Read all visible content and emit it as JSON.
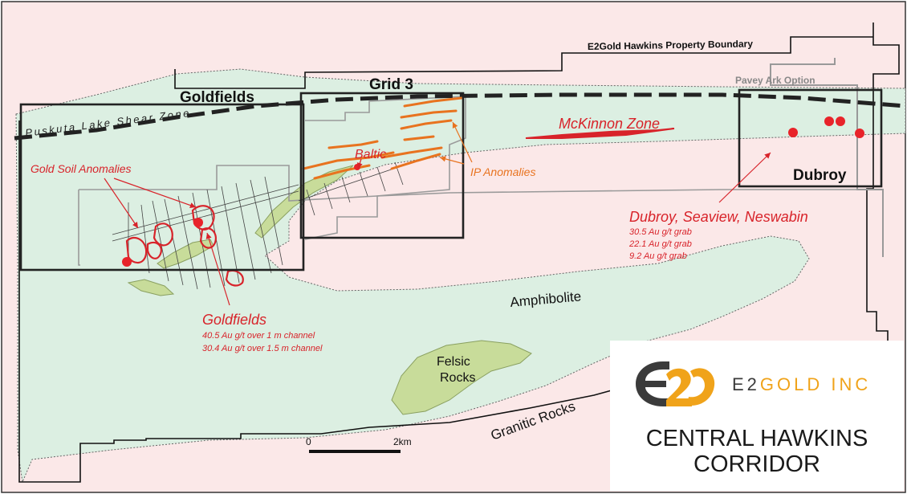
{
  "map": {
    "boundary_label": "E2Gold Hawkins Property Boundary",
    "option_label": "Pavey Ark Option",
    "shear_zone_label": "Puskuta Lake Shear Zone",
    "grids": {
      "goldfields": "Goldfields",
      "grid3": "Grid 3",
      "dubroy": "Dubroy"
    },
    "zones": {
      "mckinnon": "McKinnon Zone",
      "baltic": "Baltic",
      "ip_anomalies": "IP Anomalies",
      "gold_soil": "Gold Soil Anomalies"
    },
    "showings": {
      "goldfields": {
        "title": "Goldfields",
        "lines": [
          "40.5 Au g/t over 1 m channel",
          "30.4 Au g/t over 1.5 m channel"
        ]
      },
      "dubroy": {
        "title": "Dubroy, Seaview, Neswabin",
        "lines": [
          "30.5 Au g/t grab",
          "22.1 Au g/t grab",
          "9.2 Au g/t grab"
        ]
      }
    },
    "rock_units": {
      "amphibolite": "Amphibolite",
      "felsic_line1": "Felsic",
      "felsic_line2": "Rocks",
      "granitic": "Granitic Rocks"
    },
    "scale": {
      "start": "0",
      "end": "2km"
    },
    "colors": {
      "background": "#fbe8e8",
      "amphibolite": "#dcefe2",
      "felsic": "#c8dc9a",
      "anomaly": "#d8232a",
      "ip": "#e8731f",
      "grid_lines": "#9a9a9a"
    }
  },
  "legend": {
    "company_brand_prefix": "E2",
    "company_brand_rest": "GOLD INC",
    "map_title_line1": "CENTRAL HAWKINS",
    "map_title_line2": "CORRIDOR"
  }
}
